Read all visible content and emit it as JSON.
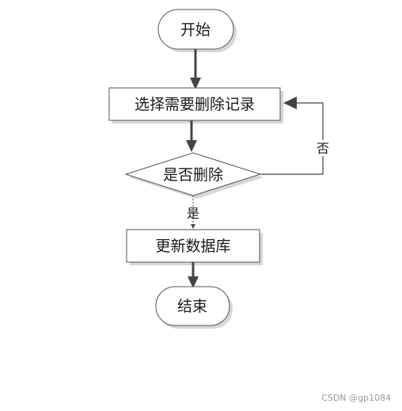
{
  "diagram": {
    "nodes": {
      "start": {
        "label": "开始",
        "shape": "terminator"
      },
      "select": {
        "label": "选择需要删除记录",
        "shape": "process"
      },
      "decide": {
        "label": "是否删除",
        "shape": "decision"
      },
      "update": {
        "label": "更新数据库",
        "shape": "process"
      },
      "end": {
        "label": "结束",
        "shape": "terminator"
      }
    },
    "edges": {
      "no_label": "否",
      "yes_label": "是"
    },
    "colors": {
      "stroke": "#444444",
      "shadow": "#cfcfcf",
      "fill": "#ffffff",
      "arrow": "#444444"
    }
  },
  "watermark": "CSDN @gp1084"
}
